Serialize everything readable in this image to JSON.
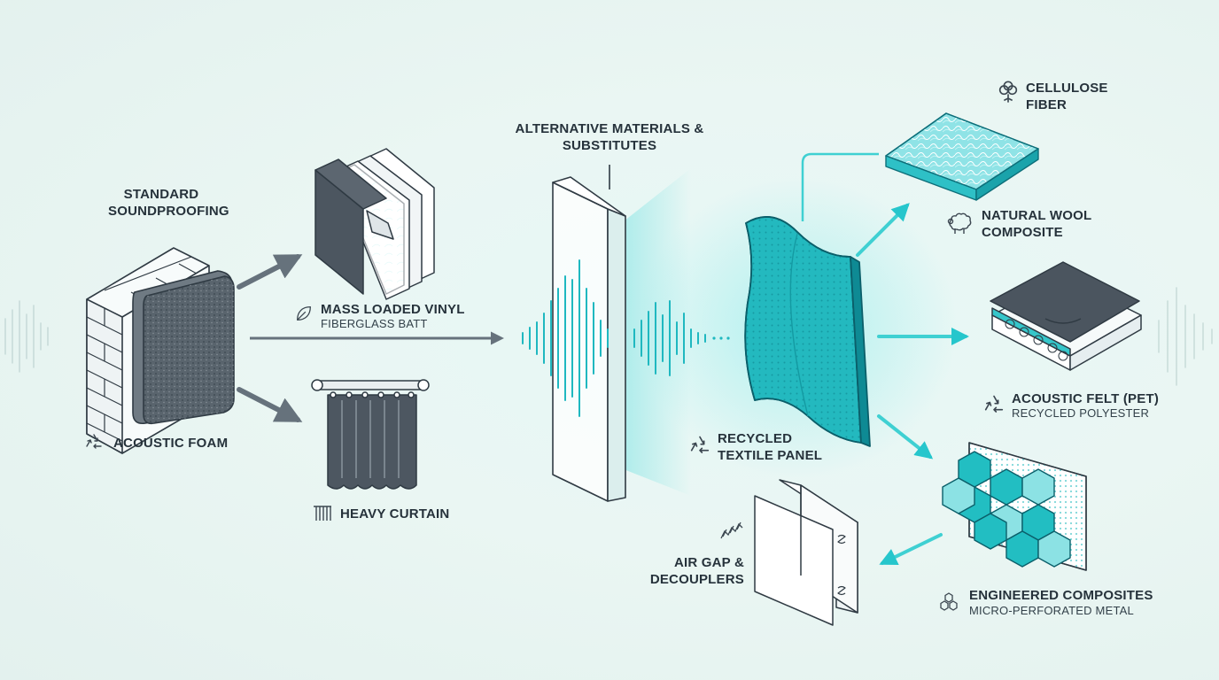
{
  "labels": {
    "standard": "STANDARD SOUNDPROOFING",
    "alternative": "ALTERNATIVE MATERIALS & SUBSTITUTES",
    "acoustic_foam": "ACOUSTIC FOAM",
    "mass_loaded_vinyl": "MASS LOADED VINYL",
    "fiberglass_batt": "FIBERGLASS BATT",
    "heavy_curtain": "HEAVY CURTAIN",
    "recycled_textile": "RECYCLED TEXTILE PANEL",
    "cellulose": "CELLULOSE FIBER",
    "natural_wool": "NATURAL WOOL COMPOSITE",
    "acoustic_felt": "ACOUSTIC FELT (PET)",
    "recycled_polyester": "RECYCLED POLYESTER",
    "engineered": "ENGINEERED COMPOSITES",
    "micro_perforated": "MICRO-PERFORATED METAL",
    "air_gap": "AIR GAP & DECOUPLERS"
  },
  "icons": [
    "recycle-icon",
    "leaf-icon",
    "curtain-icon",
    "cotton-icon",
    "sheep-icon",
    "honeycomb-icon",
    "spring-icon"
  ],
  "colors": {
    "accent": "#1fc2c6",
    "accent_dark": "#0d8f9a",
    "ink": "#26323b",
    "slate": "#5b6670",
    "background": "#e8f6f3"
  }
}
